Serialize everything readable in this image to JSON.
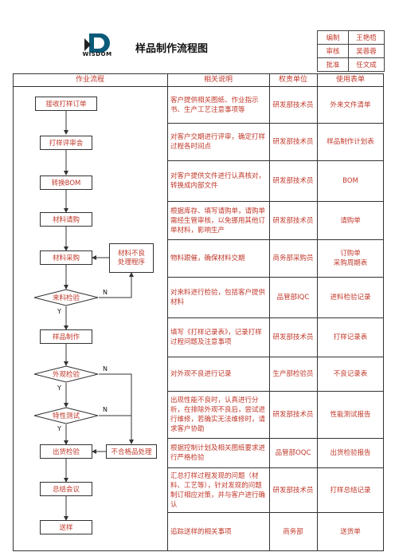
{
  "header": {
    "logo_text": "WISDOM",
    "title": "样品制作流程图",
    "approvals": [
      {
        "role": "编制",
        "name": "王艳梧"
      },
      {
        "role": "审核",
        "name": "吴蓉蓉"
      },
      {
        "role": "批准",
        "name": "任文成"
      }
    ]
  },
  "columns": [
    "作业流程",
    "相关说明",
    "权责单位",
    "使用表单"
  ],
  "rows": [
    {
      "step": "接收打样订单",
      "desc": "客户提供相关图纸、作业指示书、生产工艺注意事项等",
      "unit": "研发部技术员",
      "form": "外来文件清单"
    },
    {
      "step": "打样评审会",
      "desc": "对客户交期进行评审，确定打样过程各时间点",
      "unit": "研发部技术员",
      "form": "样品制作计划表"
    },
    {
      "step": "转换BOM",
      "desc": "对客户提供文件进行认真核对，转换成内部文件",
      "unit": "研发部技术员",
      "form": "BOM"
    },
    {
      "step": "材料请购",
      "desc": "根据库存、填写请购单，请购单需经生管审核，以免挪用其他订单材料，影响生产",
      "unit": "研发部技术员",
      "form": "请购单"
    },
    {
      "step": "材料采购",
      "desc": "物料跟催，确保材料交期",
      "unit": "商务部采购员",
      "form": "订购单\n采购周期表"
    },
    {
      "step": "来料检验",
      "desc": "对来料进行检验，包括客户提供材料",
      "unit": "品管部IQC",
      "form": "进料检验记录"
    },
    {
      "step": "样品制作",
      "desc": "填写《打样记录表》，记录打样过程问题及注意事项",
      "unit": "研发部技术员",
      "form": "打样记录表"
    },
    {
      "step": "外观检验",
      "desc": "对外观不良进行记录",
      "unit": "生产部检验员",
      "form": "不良记录表"
    },
    {
      "step": "特性测试",
      "desc": "出现性能不良时，认真进行分析，在排除外观不良后，尝试进行维修，若确实无法维修时，请求客户协助",
      "unit": "研发部技术员",
      "form": "性能测试报告"
    },
    {
      "step": "出货检验",
      "desc": "根据控制计划及相关图纸要求进行严格检验",
      "unit": "品管部OQC",
      "form": "出货检验报告"
    },
    {
      "step": "总结会议",
      "desc": "汇总打样过程发现的问题（材料、工艺等），针对发现的问题制订相应对策，并与客户进行确认",
      "unit": "研发部技术员",
      "form": "打样总结记录"
    },
    {
      "step": "送样",
      "desc": "追踪送样的相关事项",
      "unit": "商务部",
      "form": "送货单"
    }
  ],
  "side_boxes": {
    "material_ng": "材料不良\n处理程序",
    "nonconforming": "不合格品处理"
  },
  "branch_labels": {
    "no": "N",
    "yes": "Y"
  }
}
